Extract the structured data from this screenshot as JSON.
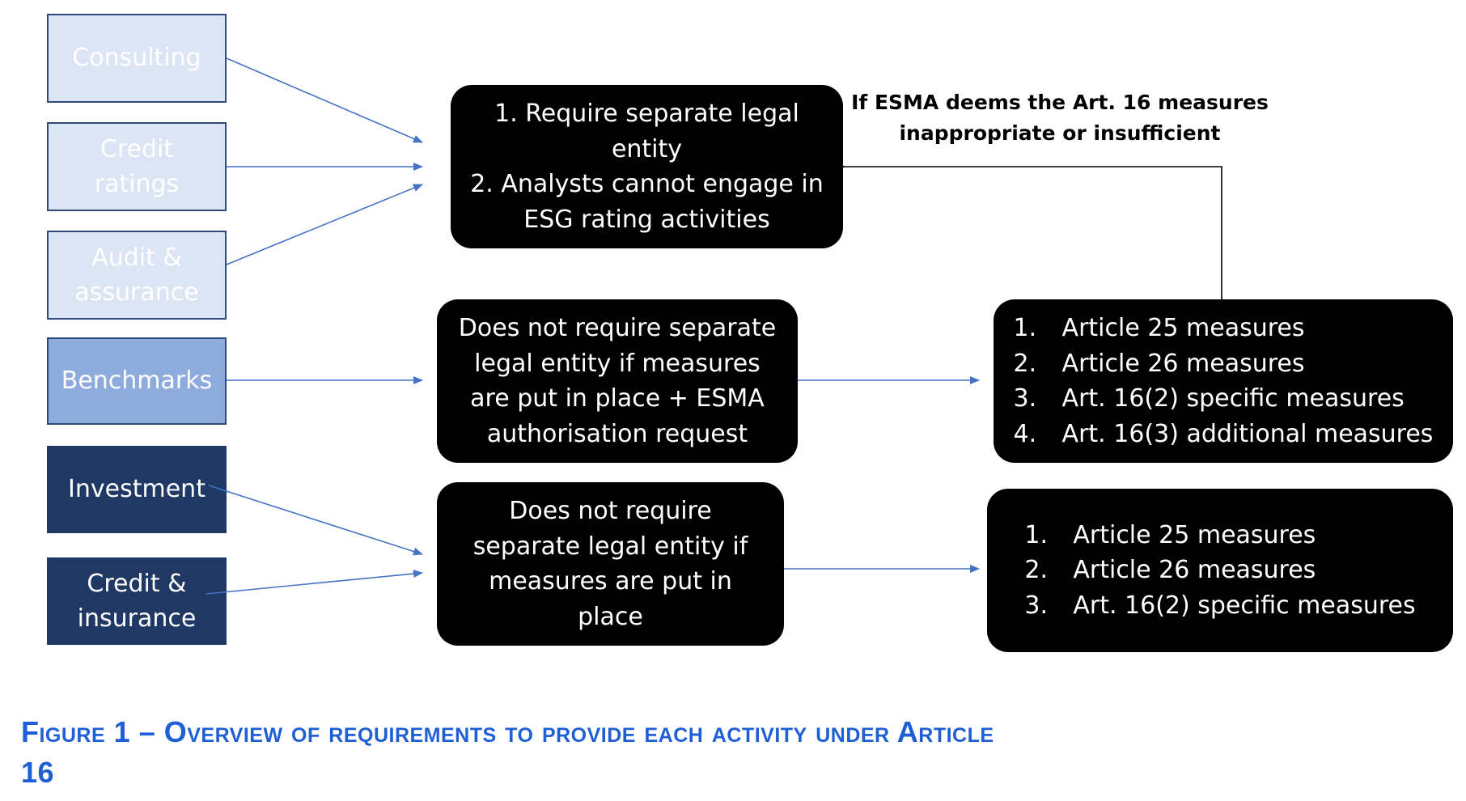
{
  "activities": [
    {
      "label": "Consulting"
    },
    {
      "label": "Credit ratings"
    },
    {
      "label": "Audit & assurance"
    },
    {
      "label": "Benchmarks"
    },
    {
      "label": "Investment"
    },
    {
      "label": "Credit & insurance"
    }
  ],
  "requirements": {
    "separate_entity": [
      "1. Require separate legal",
      "entity",
      "2. Analysts cannot engage in",
      "ESG rating activities"
    ],
    "benchmarks": [
      "Does not require separate",
      "legal entity if measures",
      "are put in place + ESMA",
      "authorisation request"
    ],
    "investment": [
      "Does not require",
      "separate legal entity if",
      "measures are put in",
      "place"
    ]
  },
  "measures_upper": [
    {
      "num": "1.",
      "text": "Article 25 measures"
    },
    {
      "num": "2.",
      "text": "Article 26 measures"
    },
    {
      "num": "3.",
      "text": "Art. 16(2) specific measures"
    },
    {
      "num": "4.",
      "text": "Art. 16(3) additional measures"
    }
  ],
  "measures_lower": [
    {
      "num": "1.",
      "text": "Article 25 measures"
    },
    {
      "num": "2.",
      "text": "Article 26 measures"
    },
    {
      "num": "3.",
      "text": "Art. 16(2) specific measures"
    }
  ],
  "esma_note": [
    "If ESMA deems the Art. 16 measures",
    "inappropriate or insufficient"
  ],
  "caption": [
    "Figure 1 – Overview of requirements to provide each activity under Article",
    "16"
  ],
  "colors": {
    "connector": "#4472c4",
    "feedback": "#000000",
    "caption": "#1f5fd6"
  }
}
